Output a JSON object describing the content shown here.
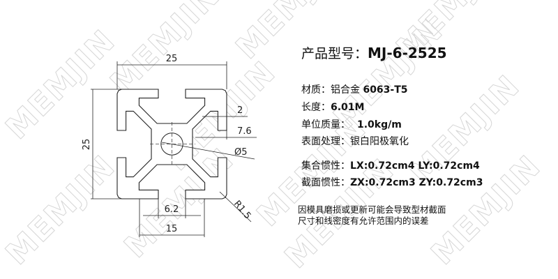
{
  "watermark": "MEMJIN",
  "drawing": {
    "dims": {
      "width": "25",
      "height": "25",
      "wall": "2",
      "slot_depth": "7.6",
      "hole": "Ø5",
      "radius": "R1.5",
      "opening": "6.2",
      "slot_width": "15"
    }
  },
  "spec": {
    "title_label": "产品型号：",
    "title_value": "MJ-6-2525",
    "rows": [
      {
        "label": "材质：",
        "value": "铝合金 ",
        "value_bold": "6063-T5"
      },
      {
        "label": "长度：",
        "value": "",
        "value_bold": "6.01M"
      },
      {
        "label": "单位质量：",
        "value": "",
        "value_bold": "1.0kg/m"
      },
      {
        "label": "表面处理：",
        "value": "银白阳极氧化",
        "value_bold": ""
      },
      {
        "label": "集合惯性：",
        "value": "",
        "value_bold": "LX:0.72cm4  LY:0.72cm4"
      },
      {
        "label": "截面惯性：",
        "value": "",
        "value_bold": "ZX:0.72cm3  ZY:0.72cm3"
      }
    ],
    "note_lines": [
      "因模具磨损或更新可能会导致型材截面",
      "尺寸和线密度有允许范围内的误差"
    ]
  },
  "colors": {
    "line": "#222222",
    "watermark": "#d6d6d6"
  }
}
